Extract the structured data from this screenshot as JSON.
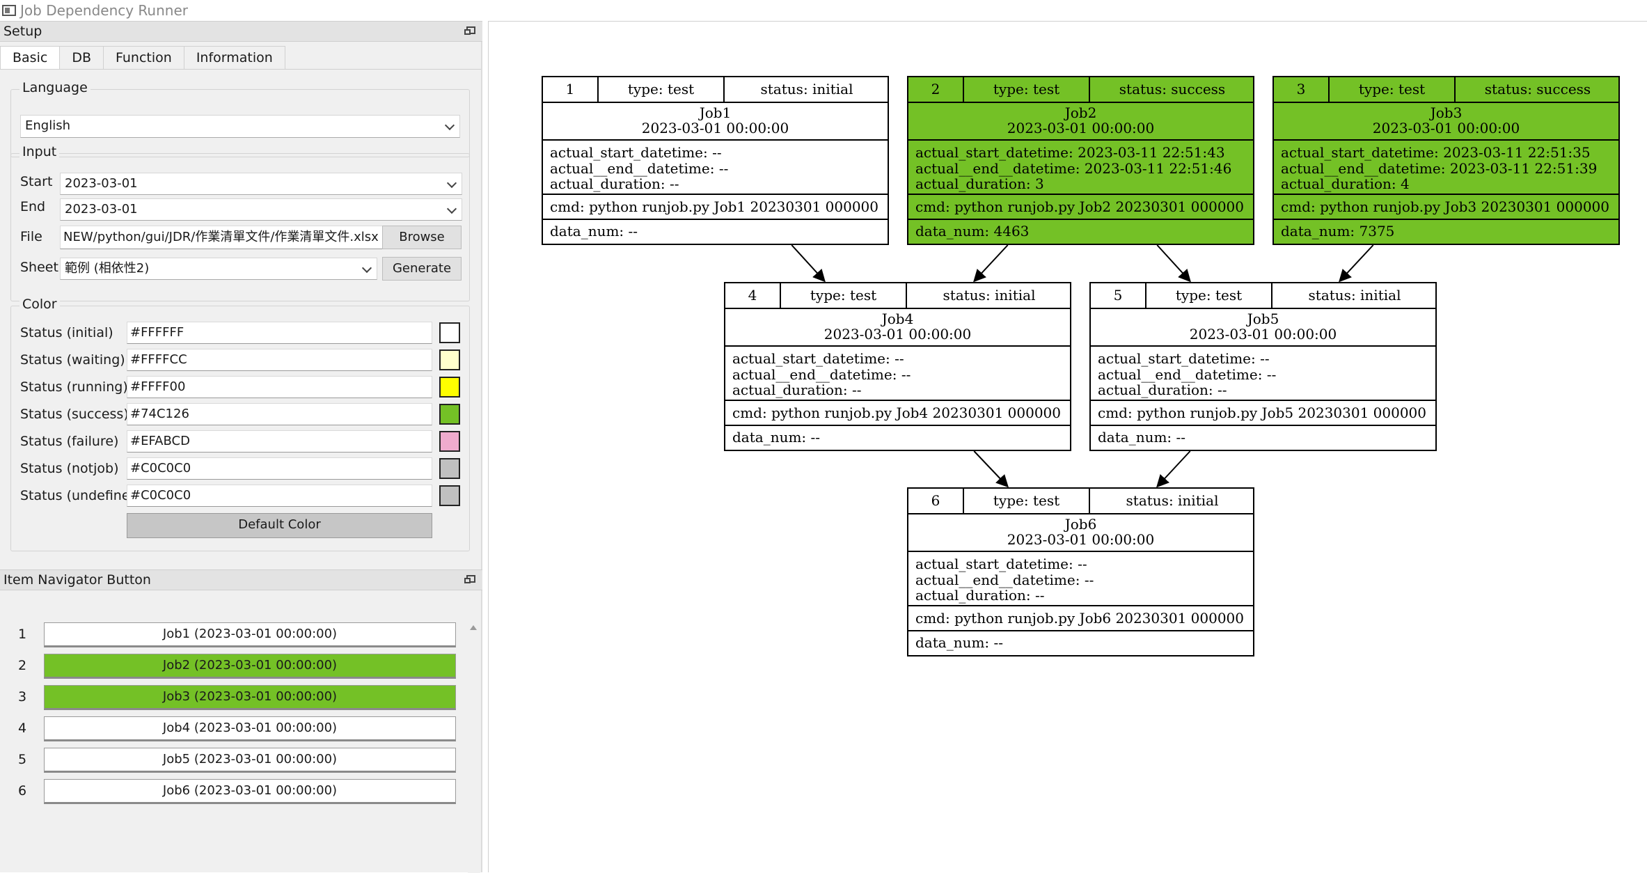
{
  "window": {
    "title": "Job Dependency Runner"
  },
  "setup": {
    "header": "Setup",
    "tabs": [
      "Basic",
      "DB",
      "Function",
      "Information"
    ],
    "language": {
      "group": "Language",
      "value": "English"
    },
    "input": {
      "group": "Input",
      "start_label": "Start",
      "start_value": "2023-03-01",
      "end_label": "End",
      "end_value": "2023-03-01",
      "file_label": "File",
      "file_value": "NEW/python/gui/JDR/作業清單文件/作業清單文件.xlsx",
      "browse": "Browse",
      "sheet_label": "Sheet",
      "sheet_value": "範例 (相依性2)",
      "generate": "Generate"
    },
    "color": {
      "group": "Color",
      "rows": [
        {
          "label": "Status (initial)",
          "value": "#FFFFFF",
          "swatch": "#FFFFFF"
        },
        {
          "label": "Status (waiting)",
          "value": "#FFFFCC",
          "swatch": "#FFFFCC"
        },
        {
          "label": "Status (running)",
          "value": "#FFFF00",
          "swatch": "#FFFF00"
        },
        {
          "label": "Status (success)",
          "value": "#74C126",
          "swatch": "#74C126"
        },
        {
          "label": "Status (failure)",
          "value": "#EFABCD",
          "swatch": "#EFABCD"
        },
        {
          "label": "Status (notjob)",
          "value": "#C0C0C0",
          "swatch": "#C0C0C0"
        },
        {
          "label": "Status (undefine)",
          "value": "#C0C0C0",
          "swatch": "#C0C0C0"
        }
      ],
      "default_button": "Default Color"
    }
  },
  "navigator": {
    "header": "Item Navigator Button",
    "items": [
      {
        "num": "1",
        "label": "Job1 (2023-03-01 00:00:00)",
        "color": "#FFFFFF"
      },
      {
        "num": "2",
        "label": "Job2 (2023-03-01 00:00:00)",
        "color": "#74C126"
      },
      {
        "num": "3",
        "label": "Job3 (2023-03-01 00:00:00)",
        "color": "#74C126"
      },
      {
        "num": "4",
        "label": "Job4 (2023-03-01 00:00:00)",
        "color": "#FFFFFF"
      },
      {
        "num": "5",
        "label": "Job5 (2023-03-01 00:00:00)",
        "color": "#FFFFFF"
      },
      {
        "num": "6",
        "label": "Job6 (2023-03-01 00:00:00)",
        "color": "#FFFFFF"
      }
    ]
  },
  "graph": {
    "nodes": [
      {
        "id": "1",
        "type": "type: test",
        "status": "status: initial",
        "name": "Job1",
        "datetime": "2023-03-01 00:00:00",
        "start": "actual_start_datetime: --",
        "end": "actual__end__datetime: --",
        "duration": "actual_duration: --",
        "cmd": "cmd: python runjob.py Job1 20230301 000000",
        "data": "data_num: --",
        "color": "#FFFFFF"
      },
      {
        "id": "2",
        "type": "type: test",
        "status": "status: success",
        "name": "Job2",
        "datetime": "2023-03-01 00:00:00",
        "start": "actual_start_datetime: 2023-03-11 22:51:43",
        "end": "actual__end__datetime: 2023-03-11 22:51:46",
        "duration": "actual_duration: 3",
        "cmd": "cmd: python runjob.py Job2 20230301 000000",
        "data": "data_num: 4463",
        "color": "#74C126"
      },
      {
        "id": "3",
        "type": "type: test",
        "status": "status: success",
        "name": "Job3",
        "datetime": "2023-03-01 00:00:00",
        "start": "actual_start_datetime: 2023-03-11 22:51:35",
        "end": "actual__end__datetime: 2023-03-11 22:51:39",
        "duration": "actual_duration: 4",
        "cmd": "cmd: python runjob.py Job3 20230301 000000",
        "data": "data_num: 7375",
        "color": "#74C126"
      },
      {
        "id": "4",
        "type": "type: test",
        "status": "status: initial",
        "name": "Job4",
        "datetime": "2023-03-01 00:00:00",
        "start": "actual_start_datetime: --",
        "end": "actual__end__datetime: --",
        "duration": "actual_duration: --",
        "cmd": "cmd: python runjob.py Job4 20230301 000000",
        "data": "data_num: --",
        "color": "#FFFFFF"
      },
      {
        "id": "5",
        "type": "type: test",
        "status": "status: initial",
        "name": "Job5",
        "datetime": "2023-03-01 00:00:00",
        "start": "actual_start_datetime: --",
        "end": "actual__end__datetime: --",
        "duration": "actual_duration: --",
        "cmd": "cmd: python runjob.py Job5 20230301 000000",
        "data": "data_num: --",
        "color": "#FFFFFF"
      },
      {
        "id": "6",
        "type": "type: test",
        "status": "status: initial",
        "name": "Job6",
        "datetime": "2023-03-01 00:00:00",
        "start": "actual_start_datetime: --",
        "end": "actual__end__datetime: --",
        "duration": "actual_duration: --",
        "cmd": "cmd: python runjob.py Job6 20230301 000000",
        "data": "data_num: --",
        "color": "#FFFFFF"
      }
    ],
    "edges": [
      [
        "1",
        "4"
      ],
      [
        "2",
        "4"
      ],
      [
        "2",
        "5"
      ],
      [
        "3",
        "5"
      ],
      [
        "4",
        "6"
      ],
      [
        "5",
        "6"
      ]
    ]
  }
}
